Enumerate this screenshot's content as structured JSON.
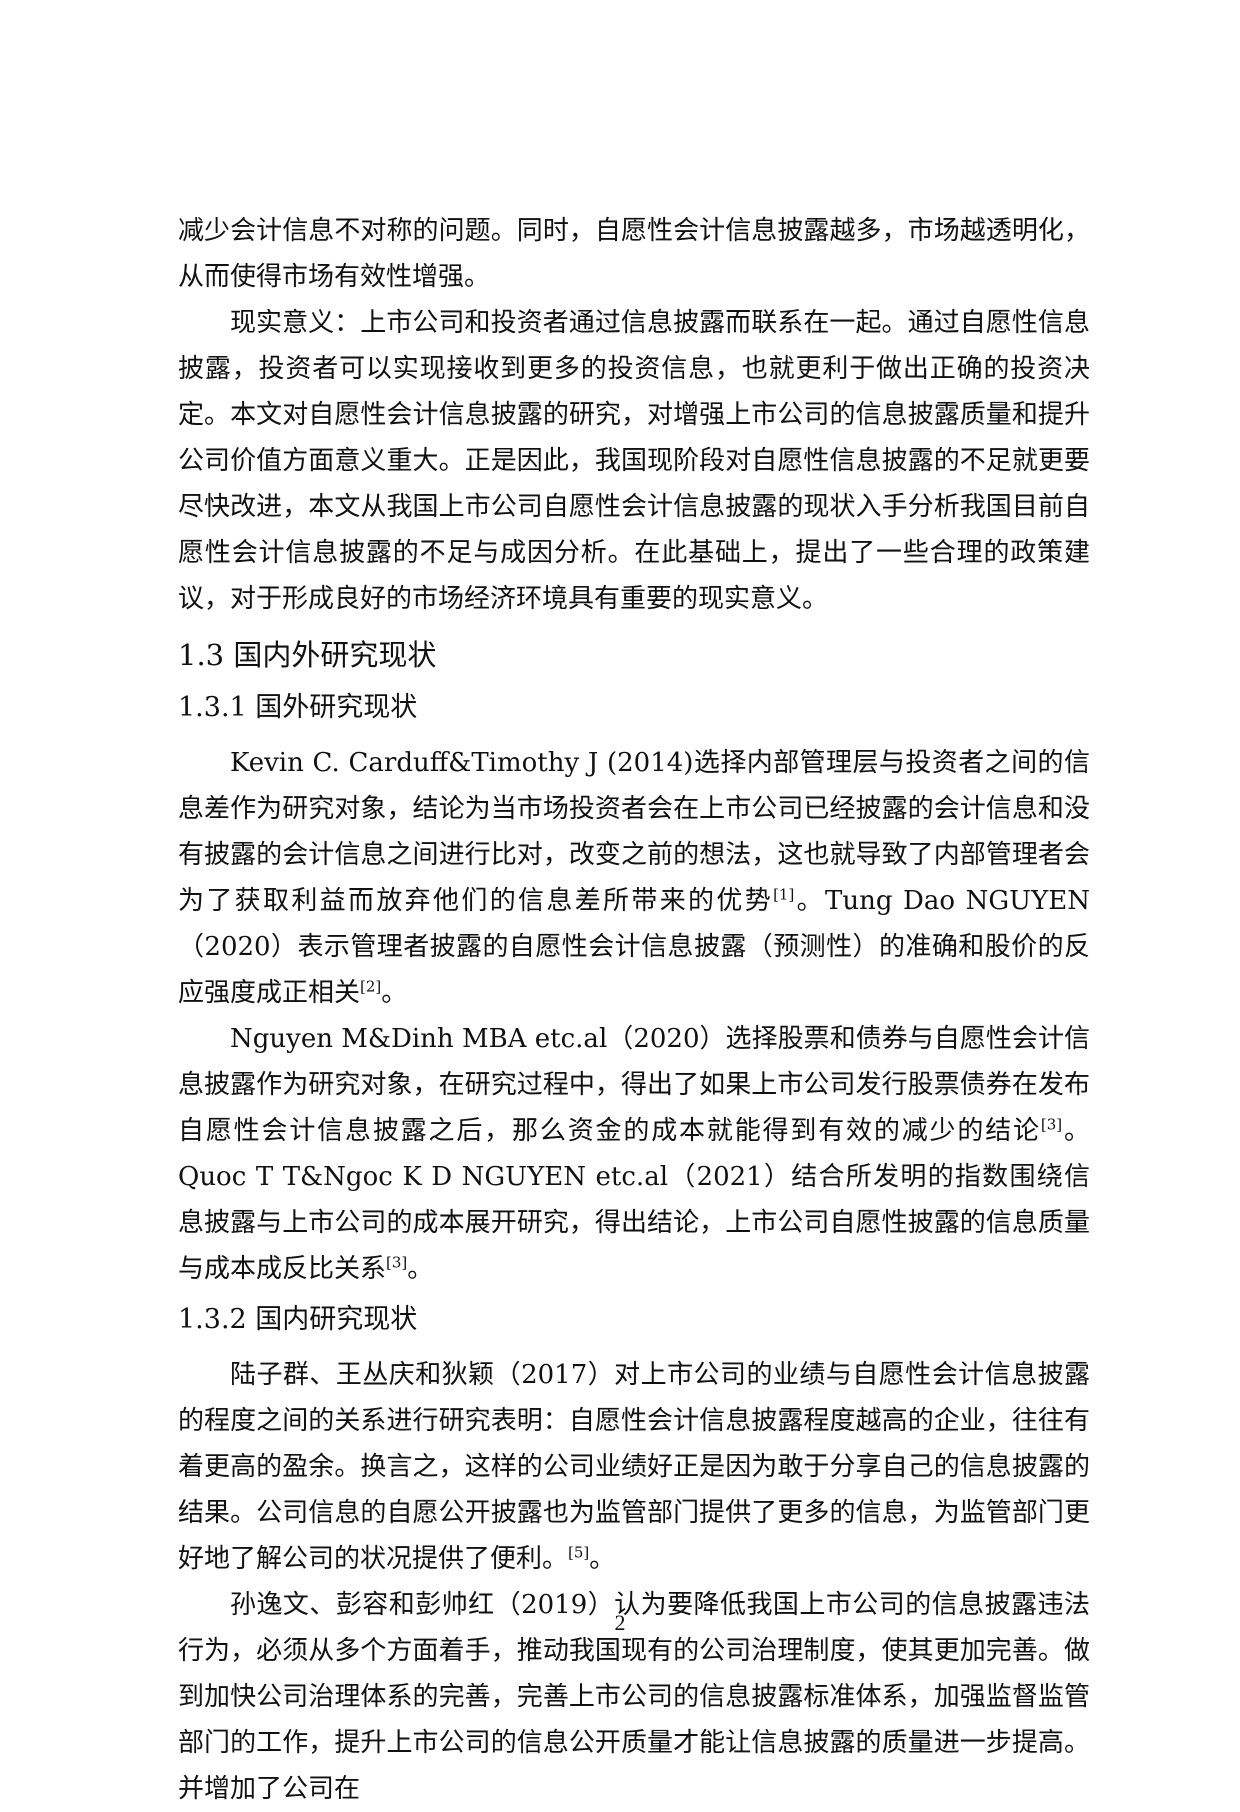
{
  "paragraphs": {
    "p1": "减少会计信息不对称的问题。同时，自愿性会计信息披露越多，市场越透明化，从而使得市场有效性增强。",
    "p2": "现实意义：上市公司和投资者通过信息披露而联系在一起。通过自愿性信息披露，投资者可以实现接收到更多的投资信息，也就更利于做出正确的投资决定。本文对自愿性会计信息披露的研究，对增强上市公司的信息披露质量和提升公司价值方面意义重大。正是因此，我国现阶段对自愿性信息披露的不足就更要尽快改进，本文从我国上市公司自愿性会计信息披露的现状入手分析我国目前自愿性会计信息披露的不足与成因分析。在此基础上，提出了一些合理的政策建议，对于形成良好的市场经济环境具有重要的现实意义。",
    "h_13": "1.3 国内外研究现状",
    "h_131": "1.3.1 国外研究现状",
    "p3_a": "Kevin C. Carduff&Timothy J (2014)选择内部管理层与投资者之间的信息差作为研究对象，结论为当市场投资者会在上市公司已经披露的会计信息和没有披露的会计信息之间进行比对，改变之前的想法，这也就导致了内部管理者会为了获取利益而放弃他们的信息差所带来的优势",
    "p3_ref1": "[1]",
    "p3_b": "。Tung Dao NGUYEN（2020）表示管理者披露的自愿性会计信息披露（预测性）的准确和股价的反应强度成正相关",
    "p3_ref2": "[2]",
    "p3_c": "。",
    "p4_a": "Nguyen M&Dinh MBA etc.al（2020）选择股票和债券与自愿性会计信息披露作为研究对象，在研究过程中，得出了如果上市公司发行股票债券在发布自愿性会计信息披露之后，那么资金的成本就能得到有效的减少的结论",
    "p4_ref1": "[3]",
    "p4_b": "。Quoc T T&Ngoc K D NGUYEN etc.al（2021）结合所发明的指数围绕信息披露与上市公司的成本展开研究，得出结论，上市公司自愿性披露的信息质量与成本成反比关系",
    "p4_ref2": "[3]",
    "p4_c": "。",
    "h_132": "1.3.2 国内研究现状",
    "p5_a": "陆子群、王丛庆和狄颖（2017）对上市公司的业绩与自愿性会计信息披露的程度之间的关系进行研究表明：自愿性会计信息披露程度越高的企业，往往有着更高的盈余。换言之，这样的公司业绩好正是因为敢于分享自己的信息披露的结果。公司信息的自愿公开披露也为监管部门提供了更多的信息，为监管部门更好地了解公司的状况提供了便利。",
    "p5_ref": "[5]",
    "p5_b": "。",
    "p6": "孙逸文、彭容和彭帅红（2019）认为要降低我国上市公司的信息披露违法行为，必须从多个方面着手，推动我国现有的公司治理制度，使其更加完善。做到加快公司治理体系的完善，完善上市公司的信息披露标准体系，加强监督监管部门的工作，提升上市公司的信息公开质量才能让信息披露的质量进一步提高。并增加了公司在"
  },
  "page_number": "2"
}
